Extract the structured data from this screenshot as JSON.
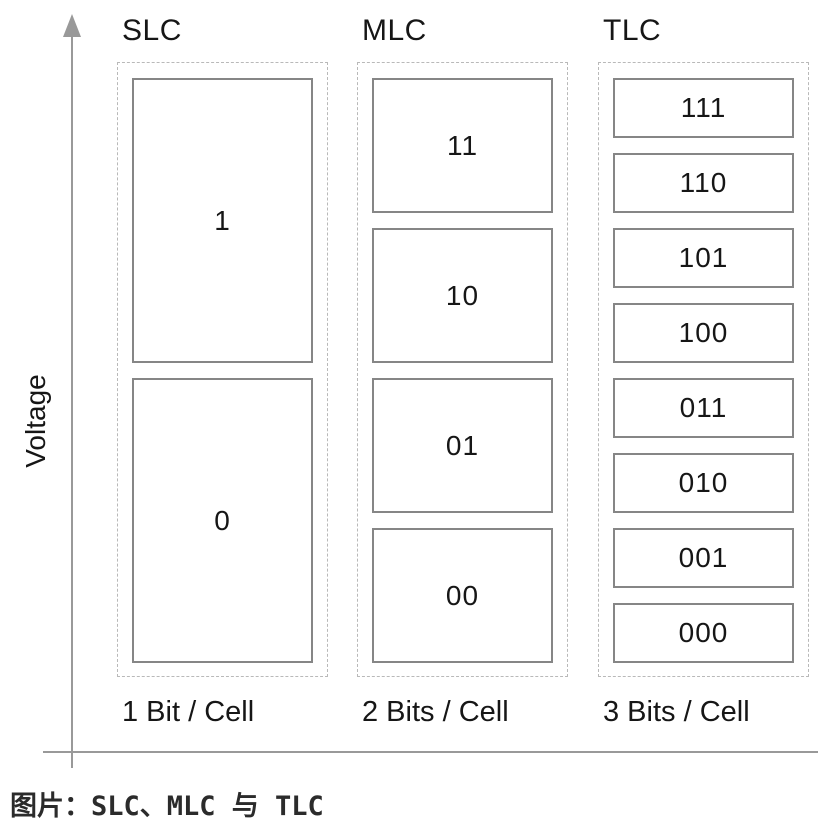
{
  "figure": {
    "y_axis_label": "Voltage",
    "caption": "图片：SLC、MLC 与 TLC"
  },
  "columns": [
    {
      "header": "SLC",
      "footer": "1 Bit / Cell",
      "cells": [
        "1",
        "0"
      ]
    },
    {
      "header": "MLC",
      "footer": "2 Bits / Cell",
      "cells": [
        "11",
        "10",
        "01",
        "00"
      ]
    },
    {
      "header": "TLC",
      "footer": "3 Bits / Cell",
      "cells": [
        "111",
        "110",
        "101",
        "100",
        "011",
        "010",
        "001",
        "000"
      ]
    }
  ],
  "colors": {
    "background": "#ffffff",
    "axis": "#999999",
    "cell_border": "#868686",
    "group_border": "#b9b9b9",
    "text": "#161616",
    "caption_text": "#2b2b2b"
  }
}
